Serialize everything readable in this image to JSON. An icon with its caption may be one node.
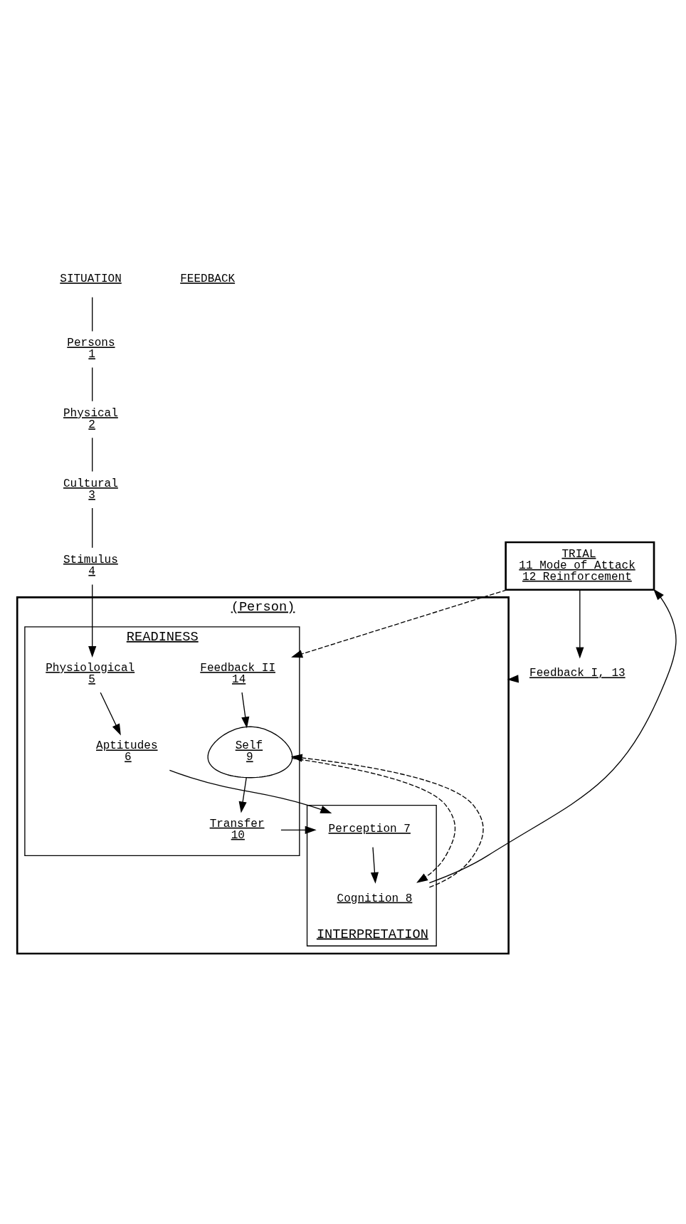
{
  "diagram": {
    "nodes": [
      {
        "text": [
          "SITUATION"
        ]
      },
      {
        "text": [
          "Persons",
          "1"
        ]
      },
      {
        "text": [
          "Physical",
          "2"
        ]
      },
      {
        "text": [
          "Cultural",
          "3"
        ]
      },
      {
        "text": [
          "Stimulus",
          "4"
        ]
      },
      {
        "text": [
          "(Person)"
        ]
      },
      {
        "text": [
          "READINESS"
        ],
        "in": 5
      },
      {
        "text": [
          "INTERPRETATION"
        ],
        "in": 5
      },
      {
        "text": [
          "Aptitudes",
          "6"
        ],
        "in": 6
      },
      {
        "text": [
          "Physiological",
          "5"
        ],
        "in": 6
      },
      {
        "text": [
          "Self",
          "9"
        ],
        "in": 6
      },
      {
        "text": [
          "Transfer",
          "10"
        ],
        "in": 6
      },
      {
        "text": [
          "Feedback II",
          "14"
        ],
        "in": 6
      },
      {
        "text": [
          "Perception 7"
        ],
        "in": 7
      },
      {
        "text": [
          "Cognition 8"
        ],
        "in": 7
      },
      {
        "text": [
          "TRIAL",
          "11 Mode of Attack",
          "12 Reinforcement"
        ]
      },
      {
        "text": [
          "Feedback I, 13"
        ]
      }
    ],
    "edges": [
      {
        "from": 0,
        "to": 1,
        "arrow": "none"
      },
      {
        "from": 1,
        "to": 2,
        "arrow": "none"
      },
      {
        "from": 2,
        "to": 3,
        "arrow": "none"
      },
      {
        "from": 3,
        "to": 4,
        "arrow": "none"
      },
      {
        "from": 4,
        "to": 9,
        "arrow": "to"
      },
      {
        "from": 9,
        "to": 8,
        "arrow": "to"
      },
      {
        "from": 8,
        "to": 13,
        "arrow": "to"
      },
      {
        "from": 13,
        "to": 14,
        "arrow": "to"
      },
      {
        "from": 14,
        "to": 15,
        "arrow": "to"
      },
      {
        "from": 15,
        "to": 16,
        "arrow": "to"
      },
      {
        "from": 16,
        "to": 5,
        "arrow": "to"
      },
      {
        "from": 15,
        "to": 12,
        "arrow": "to",
        "style": "dashed"
      },
      {
        "from": 12,
        "to": 10,
        "arrow": "to"
      },
      {
        "from": 10,
        "to": 11,
        "arrow": "to"
      },
      {
        "from": 11,
        "to": 13,
        "arrow": "to"
      },
      {
        "from": 14,
        "to": 10,
        "arrow": "to",
        "style": "dashed"
      },
      {
        "from": 10,
        "to": 14,
        "arrow": "to",
        "style": "dashed"
      }
    ],
    "labels": [
      "FEEDBACK"
    ]
  }
}
